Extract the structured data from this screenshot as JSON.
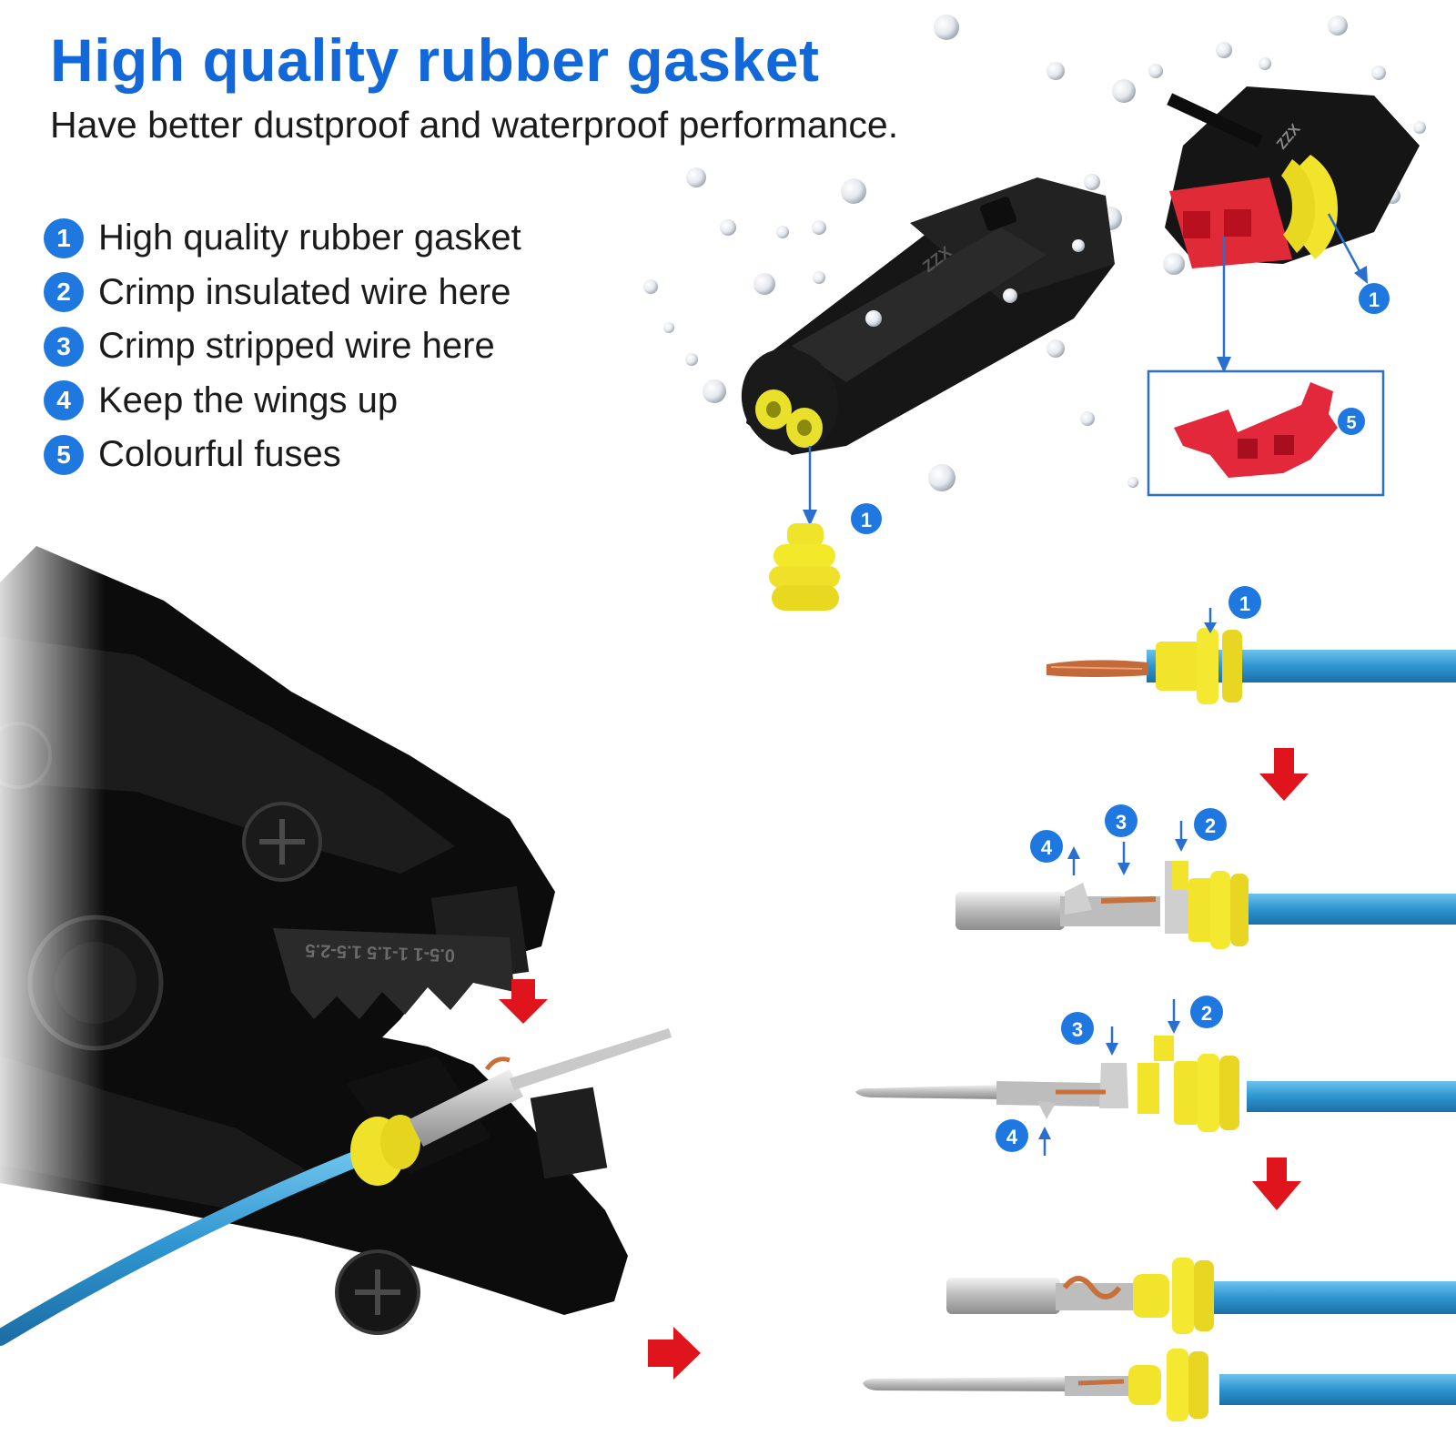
{
  "header": {
    "title": "High quality rubber gasket",
    "subtitle": "Have better dustproof and waterproof performance."
  },
  "features": [
    {
      "number": "1",
      "label": "High quality rubber gasket"
    },
    {
      "number": "2",
      "label": "Crimp insulated wire here"
    },
    {
      "number": "3",
      "label": "Crimp stripped wire here"
    },
    {
      "number": "4",
      "label": "Keep the wings up"
    },
    {
      "number": "5",
      "label": "Colourful fuses"
    }
  ],
  "product_markings": {
    "brand_stamp": "ZZX",
    "crimper_die_sizes": "0.5-1  1-1.5  1.5-2.5"
  },
  "colors": {
    "accent_blue": "#1f78e0",
    "title_blue": "#1268d8",
    "arrow_red": "#e0141c",
    "wire_blue": "#3aa0d6",
    "seal_yellow": "#f4e82a",
    "fuse_red": "#e2283a"
  }
}
